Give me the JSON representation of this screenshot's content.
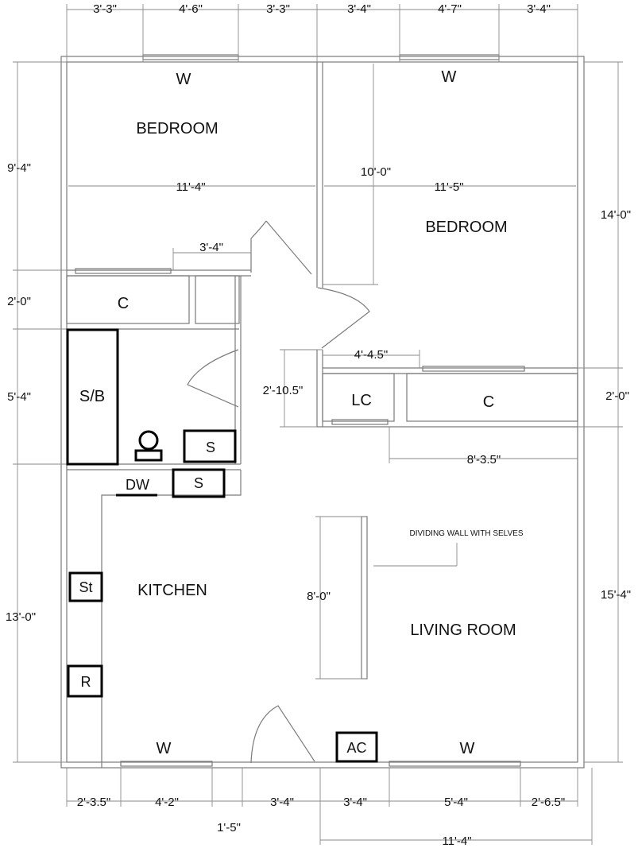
{
  "rooms": {
    "bedroom_left": "BEDROOM",
    "bedroom_right": "BEDROOM",
    "kitchen": "KITCHEN",
    "living_room": "LIVING ROOM"
  },
  "closets": {
    "closet_left": "C",
    "linen_closet": "LC",
    "closet_right": "C"
  },
  "windows": {
    "top_left": "W",
    "top_right": "W",
    "bottom_left": "W",
    "bottom_right": "W"
  },
  "fixtures": {
    "shower_bath": "S/B",
    "sink_bath": "S",
    "sink_kitchen": "S",
    "dishwasher": "DW",
    "stove": "St",
    "refrigerator": "R",
    "air_conditioner": "AC"
  },
  "annotations": {
    "dividing_wall": "DIVIDING WALL WITH SELVES"
  },
  "dimensions": {
    "top_1": "3'-3\"",
    "top_2": "4'-6\"",
    "top_3": "3'-3\"",
    "top_4": "3'-4\"",
    "top_5": "4'-7\"",
    "top_6": "3'-4\"",
    "left_bedroom_height": "9'-4\"",
    "left_closet_depth": "2'-0\"",
    "bath_height": "5'-4\"",
    "kitchen_height": "13'-0\"",
    "left_bedroom_width": "11'-4\"",
    "door_width": "3'-4\"",
    "right_bedroom_width": "11'-5\"",
    "right_bedroom_depth": "10'-0\"",
    "right_total_upper": "14'-0\"",
    "right_total_lower": "15'-4\"",
    "linen_width": "4'-4.5\"",
    "linen_depth": "2'-10.5\"",
    "right_closet_depth": "2'-0\"",
    "right_closet_width": "8'-3.5\"",
    "divider_length": "8'-0\"",
    "bottom_1": "2'-3.5\"",
    "bottom_2": "4'-2\"",
    "bottom_3": "3'-4\"",
    "bottom_4": "3'-4\"",
    "bottom_5": "5'-4\"",
    "bottom_6": "2'-6.5\"",
    "bottom_small": "1'-5\"",
    "bottom_total": "11'-4\""
  }
}
